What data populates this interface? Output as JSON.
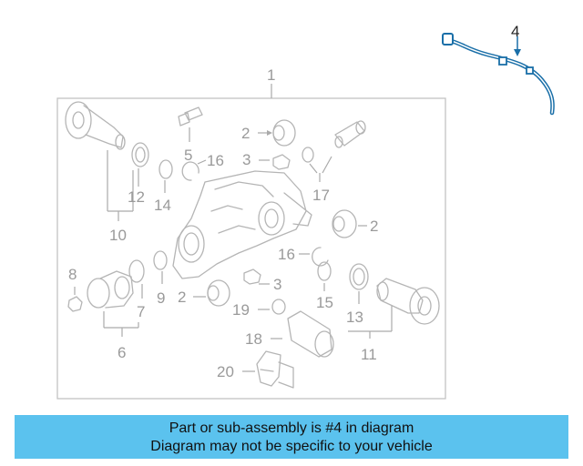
{
  "callouts": {
    "n1": "1",
    "n2a": "2",
    "n2b": "2",
    "n2c": "2",
    "n3a": "3",
    "n3b": "3",
    "n4": "4",
    "n5": "5",
    "n6": "6",
    "n7": "7",
    "n8": "8",
    "n9": "9",
    "n10": "10",
    "n11": "11",
    "n12": "12",
    "n13": "13",
    "n14": "14",
    "n15": "15",
    "n16a": "16",
    "n16b": "16",
    "n17": "17",
    "n18": "18",
    "n19": "19",
    "n20": "20"
  },
  "colors": {
    "banner_bg": "#5bc2ee",
    "highlight_part": "#1a6fa8",
    "parts_gray": "#b5b5b5"
  },
  "banner": {
    "line1": "Part or sub-assembly is #4 in diagram",
    "line2": "Diagram may not be specific to your vehicle"
  }
}
